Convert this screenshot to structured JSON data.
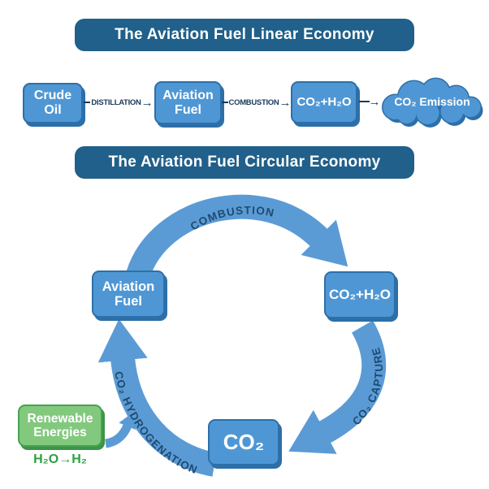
{
  "colors": {
    "banner_bg": "#20608a",
    "box_fill": "#4f97d4",
    "box_edge": "#2d6fa8",
    "arc_fill": "#5b9bd5",
    "connector_text": "#1b3a5a",
    "arc_label_text": "#1e4a70",
    "green_fill": "#82c97d",
    "green_edge": "#46a351",
    "green_text": "#2f9e43"
  },
  "linear_section": {
    "title": "The Aviation Fuel Linear Economy",
    "crude_oil": "Crude\nOil",
    "aviation_fuel": "Aviation\nFuel",
    "co2_h2o": "CO₂+H₂O",
    "distillation_label": "DISTILLATION",
    "combustion_label": "COMBUSTION",
    "arrow_glyph": "→",
    "emission_cloud": "CO₂ Emission"
  },
  "circular_section": {
    "title": "The Aviation Fuel Circular Economy",
    "aviation_fuel": "Aviation\nFuel",
    "co2_h2o": "CO₂+H₂O",
    "co2": "CO₂",
    "combustion_arc_label": "COMBUSTION",
    "capture_arc_label": "CO₂ CAPTURE",
    "hydrogenation_arc_label": "CO₂ HYDROGENATION",
    "renewable_energies": "Renewable\nEnergies",
    "h2_reaction": "H₂O→H₂"
  }
}
